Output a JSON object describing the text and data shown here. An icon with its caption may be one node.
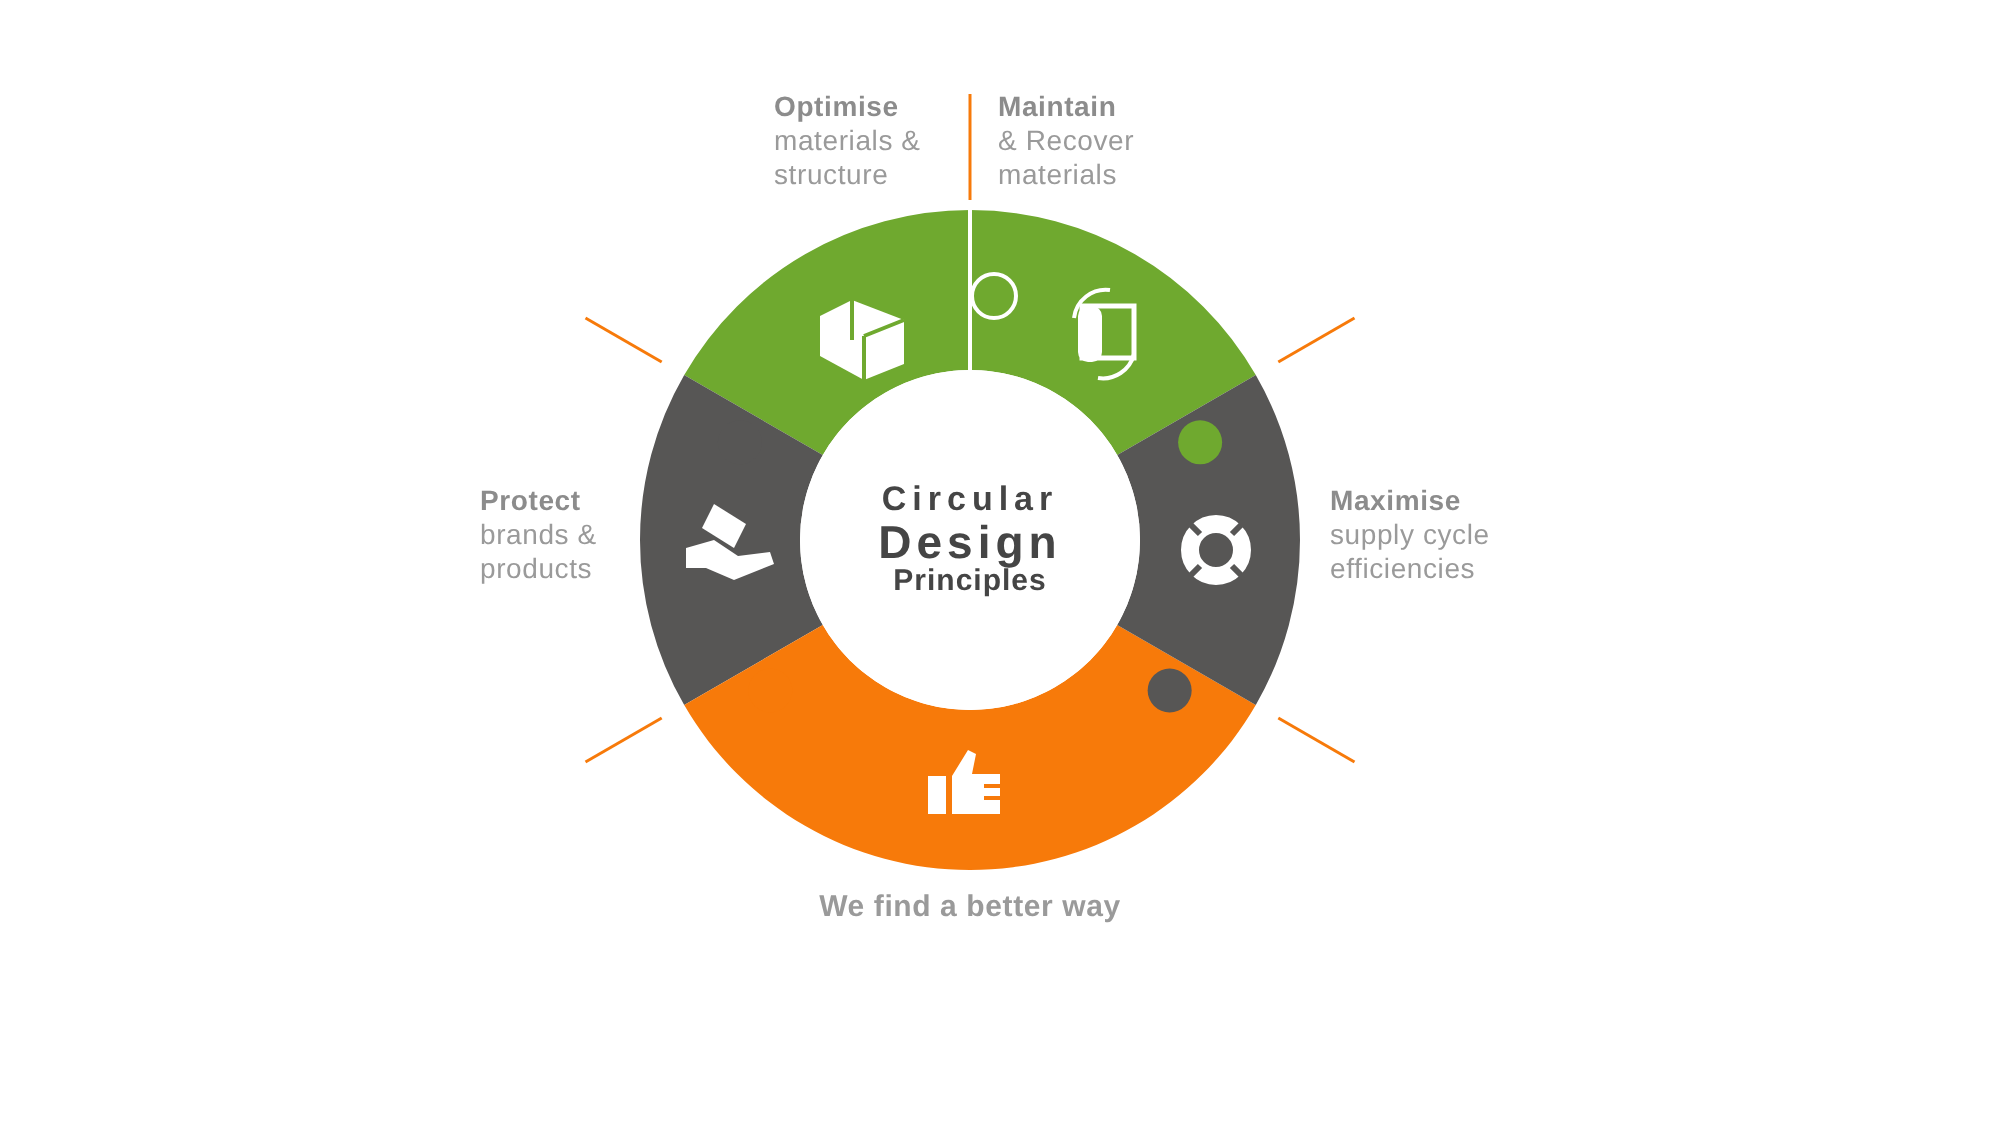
{
  "diagram": {
    "nodes": [
      {
        "text": [
          "Circular",
          "Design",
          "Principles"
        ]
      }
    ],
    "labels": [
      "**Optimise** materials & structure",
      "**Maintain** & Recover materials",
      "**Protect** brands & products",
      "**Maximise** supply cycle efficiencies",
      "We find a better way"
    ]
  }
}
